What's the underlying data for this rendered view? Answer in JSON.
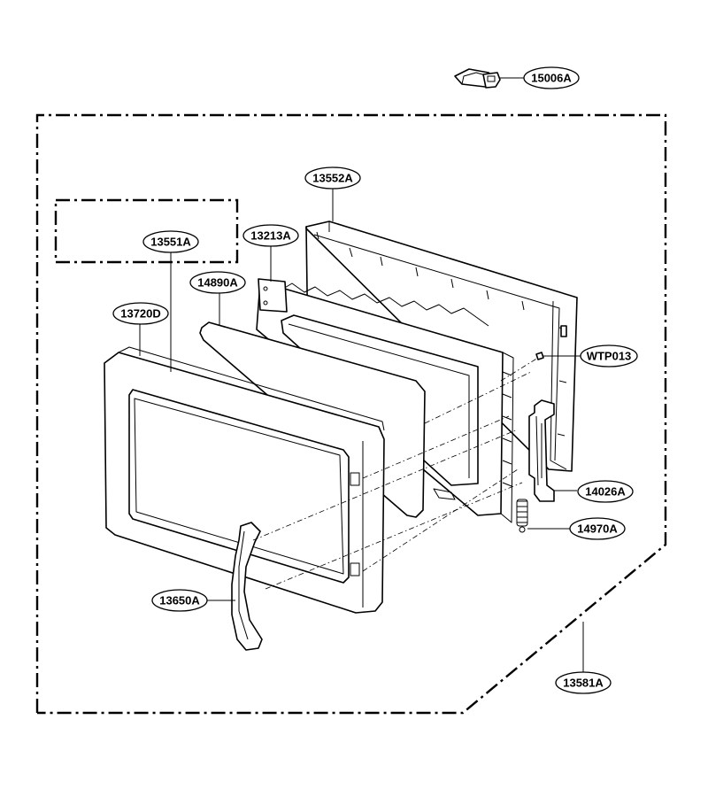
{
  "parts": [
    {
      "id": "latch-clip",
      "code": "15006A"
    },
    {
      "id": "door-frame",
      "code": "13552A"
    },
    {
      "id": "choke-frame",
      "code": "13213A"
    },
    {
      "id": "choke-cover",
      "code": "13551A"
    },
    {
      "id": "glass-panel",
      "code": "14890A"
    },
    {
      "id": "door-front",
      "code": "13720D"
    },
    {
      "id": "screw",
      "code": "WTP013"
    },
    {
      "id": "latch-key",
      "code": "14026A"
    },
    {
      "id": "latch-spring",
      "code": "14970A"
    },
    {
      "id": "door-handle",
      "code": "13650A"
    },
    {
      "id": "door-assembly",
      "code": "13581A"
    }
  ]
}
